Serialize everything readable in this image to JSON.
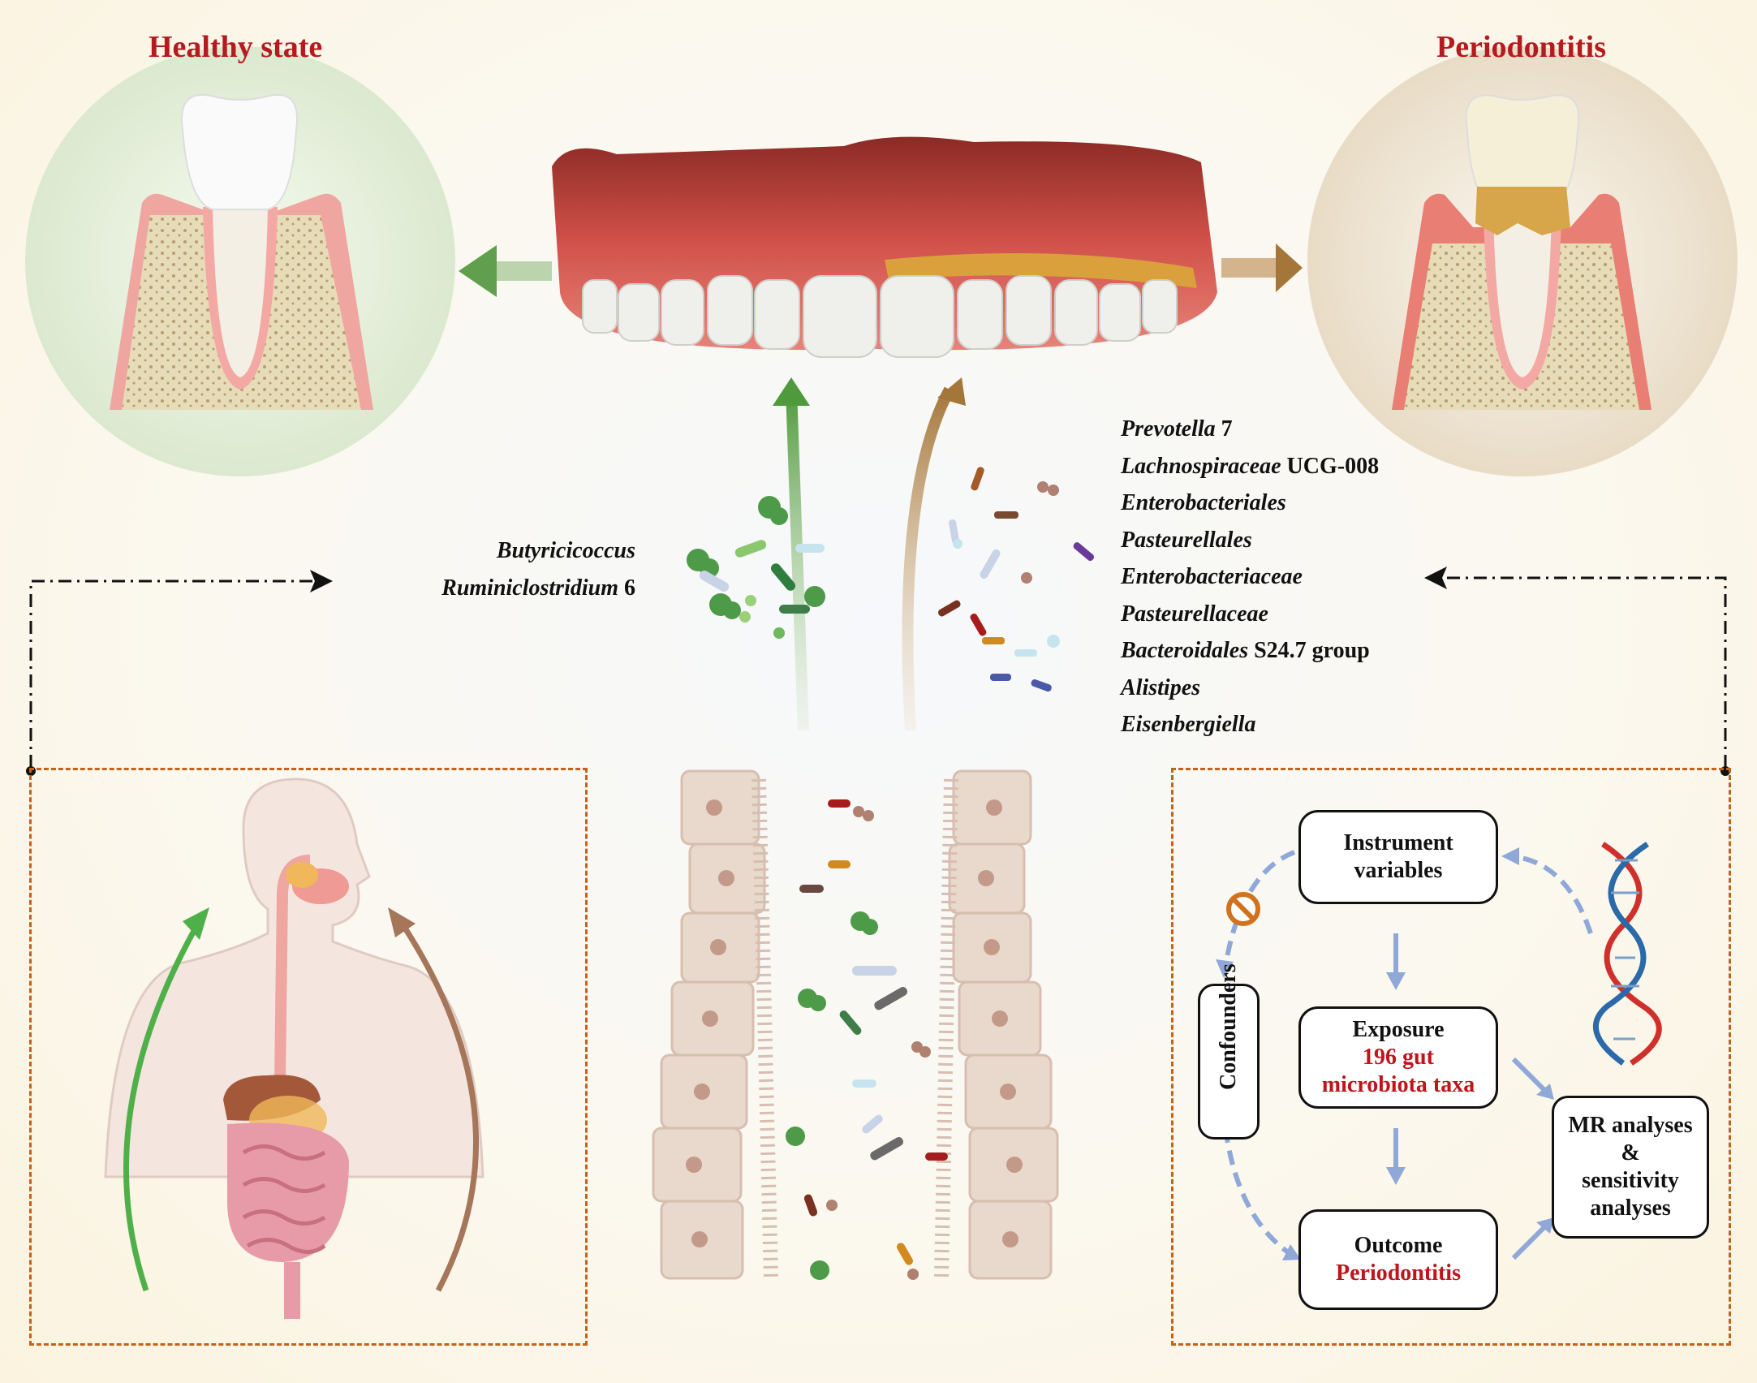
{
  "titles": {
    "healthy": "Healthy state",
    "periodontitis": "Periodontitis"
  },
  "left_taxa": {
    "t1": "Butyricicoccus",
    "t2_italic": "Ruminiclostridium",
    "t2_rest": " 6"
  },
  "right_taxa": {
    "t1_italic": "Prevotella",
    "t1_rest": " 7",
    "t2_italic": "Lachnospiraceae",
    "t2_rest": " UCG-008",
    "t3": "Enterobacteriales",
    "t4": "Pasteurellales",
    "t5": "Enterobacteriaceae",
    "t6": "Pasteurellaceae",
    "t7_italic": "Bacteroidales",
    "t7_rest": " S24.7 group",
    "t8": "Alistipes",
    "t9": "Eisenbergiella"
  },
  "mr": {
    "instrument": "Instrument variables",
    "exposure_title": "Exposure",
    "exposure_value": "196 gut microbiota taxa",
    "outcome_title": "Outcome",
    "outcome_value": "Periodontitis",
    "confounders": "Confounders",
    "analyses_1": "MR analyses",
    "analyses_2": "&",
    "analyses_3": "sensitivity analyses"
  },
  "colors": {
    "title_red": "#b51a1f",
    "arrow_green": "#4f9a3c",
    "arrow_brown": "#a5763a",
    "dashed_orange": "#c4611b",
    "flow_blue": "#8fa8d8",
    "value_red": "#c0141b"
  }
}
